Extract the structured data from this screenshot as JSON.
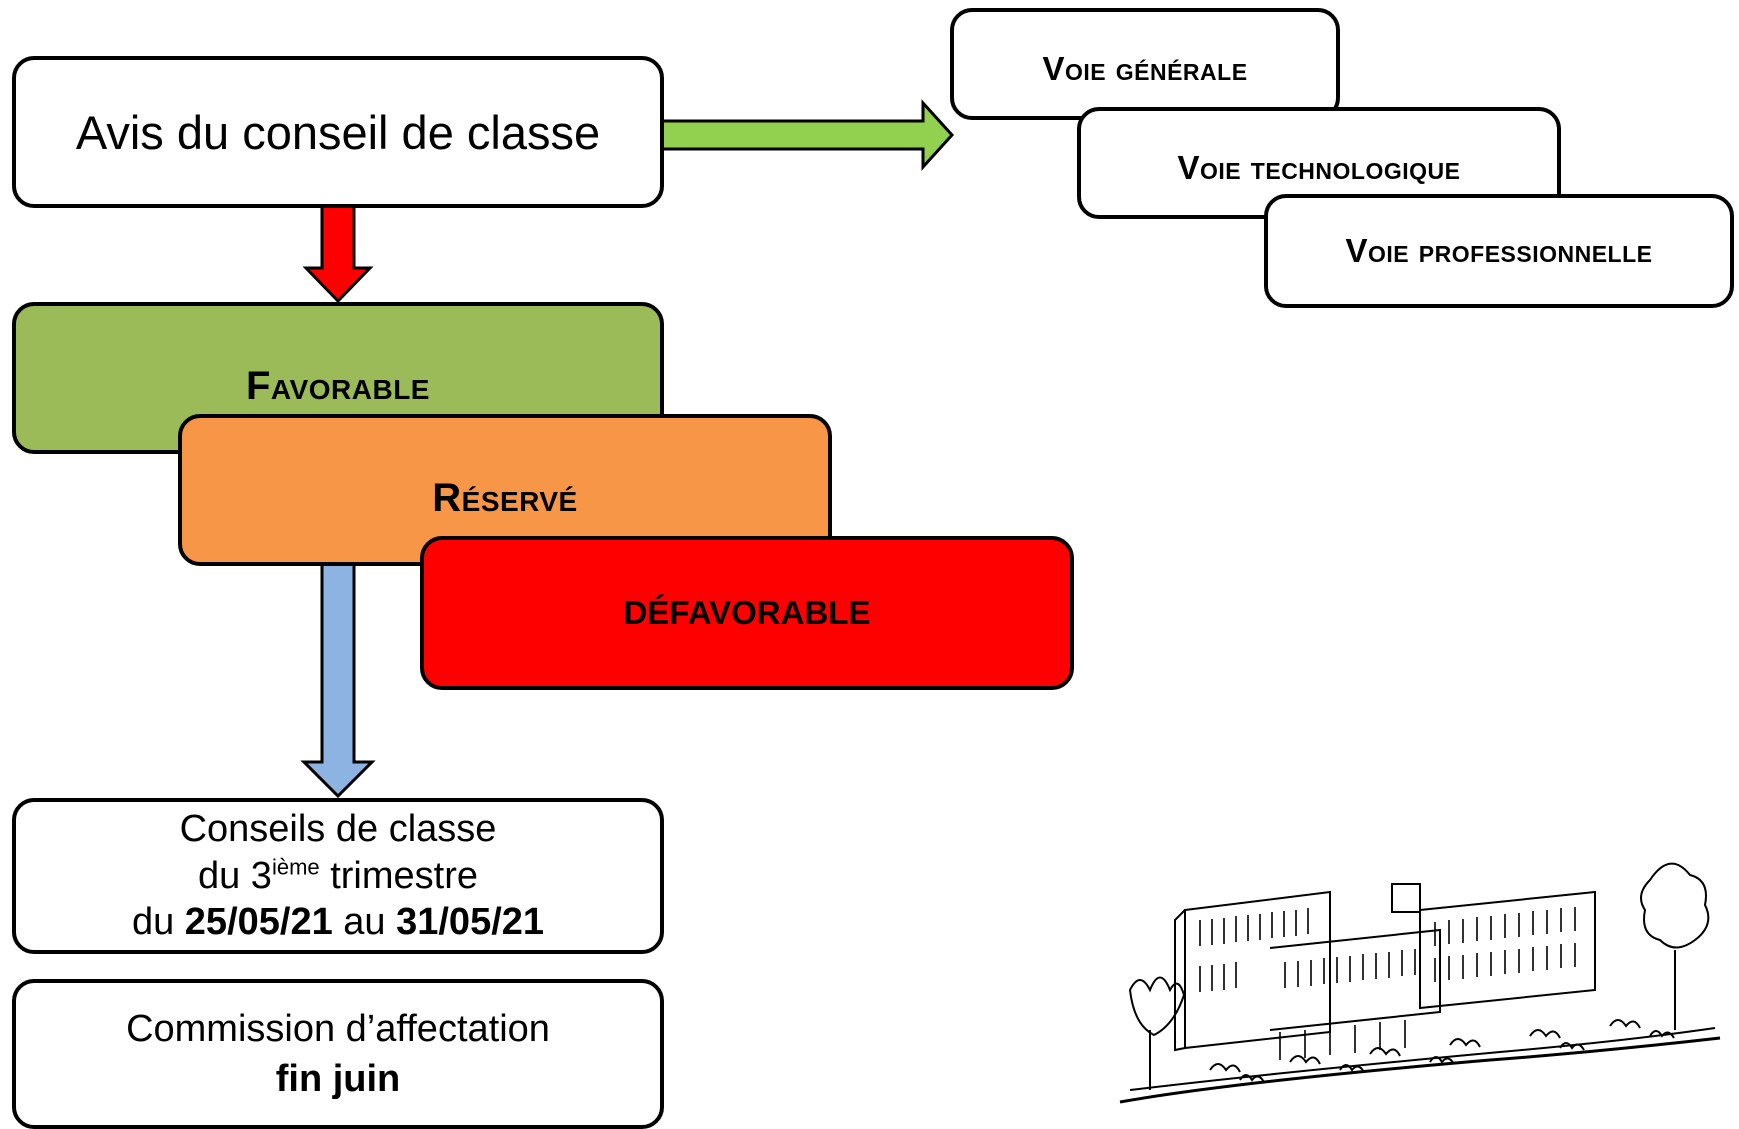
{
  "avis": {
    "label": "Avis du conseil de classe"
  },
  "voies": [
    {
      "label": "Voie générale"
    },
    {
      "label": "Voie technologique"
    },
    {
      "label": "Voie professionnelle"
    }
  ],
  "avis_options": {
    "favorable": {
      "label": "Favorable",
      "color": "#9bbb59"
    },
    "reserve": {
      "label": "Réservé",
      "color": "#f79646"
    },
    "defavorable": {
      "label": "DÉFAVORABLE",
      "color": "#ff0000"
    }
  },
  "conseils": {
    "line1": "Conseils de classe",
    "line2_prefix": "du 3",
    "line2_sup": "ième",
    "line2_suffix": " trimestre",
    "line3_prefix": "du ",
    "date_start": "25/05/21",
    "line3_mid": " au ",
    "date_end": "31/05/21"
  },
  "commission": {
    "line1": "Commission d’affectation",
    "line2": "fin juin"
  },
  "arrows": {
    "right_color": "#92d050",
    "down_red_color": "#ff0000",
    "down_blue_color": "#8db3e2"
  },
  "illustration": {
    "icon": "school-building-sketch-icon"
  }
}
